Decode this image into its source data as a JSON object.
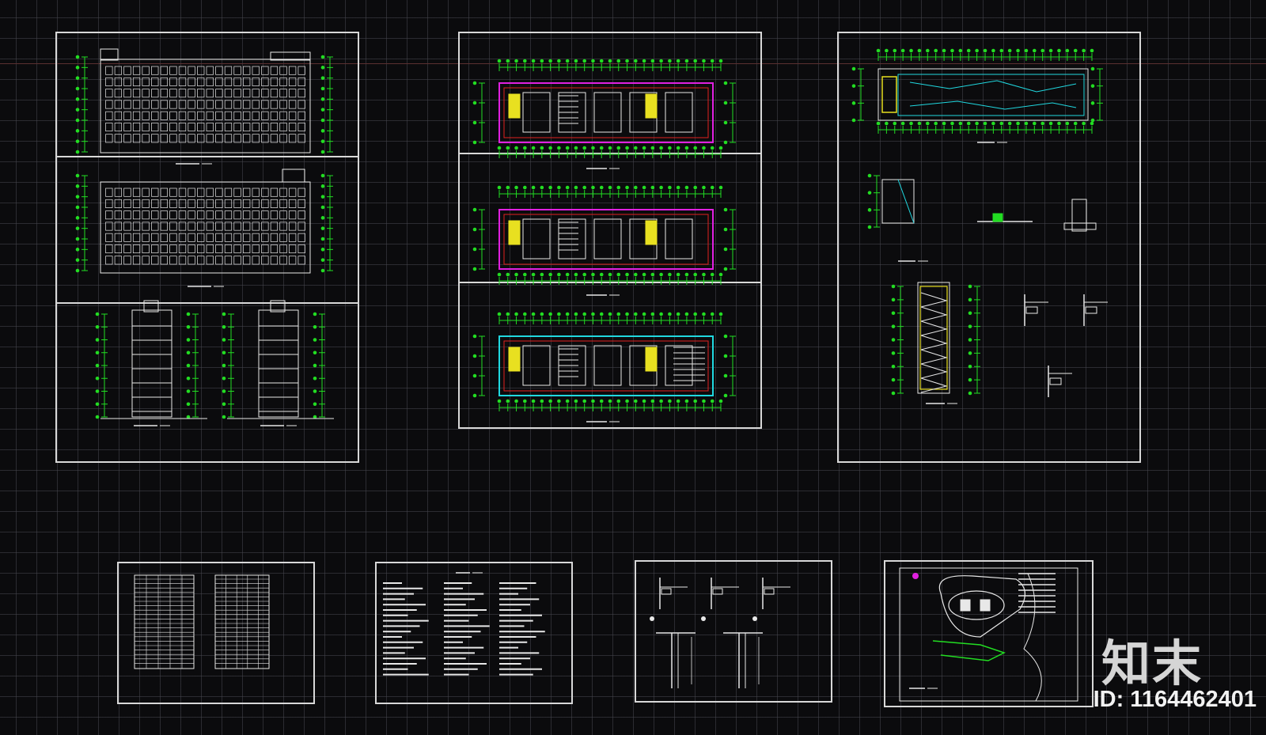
{
  "canvas": {
    "background": "#0b0b0d",
    "grid": "#46464e",
    "sheet_border": "#d8d8d8"
  },
  "colors": {
    "green": "#22dd22",
    "white": "#e8e8e8",
    "magenta": "#e020e0",
    "yellow": "#e8e020",
    "cyan": "#20d8e0",
    "red": "#e02020"
  },
  "sheets": [
    {
      "id": "elevations",
      "views": 4
    },
    {
      "id": "floor-plans",
      "views": 3
    },
    {
      "id": "roof-and-details",
      "views": 3
    },
    {
      "id": "door-window-tables",
      "views": 2
    },
    {
      "id": "design-notes",
      "views": 3
    },
    {
      "id": "node-details",
      "views": 5
    },
    {
      "id": "site-plan",
      "views": 1
    }
  ],
  "watermark": {
    "logo": "知末",
    "id_text": "ID: 1164462401"
  }
}
